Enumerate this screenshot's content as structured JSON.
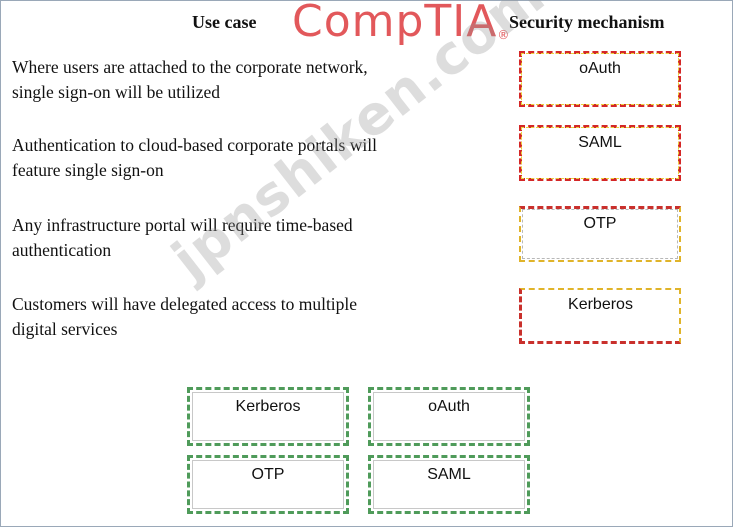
{
  "headers": {
    "use_case": "Use case",
    "security_mechanism": "Security mechanism"
  },
  "logo": {
    "text": "CompTIA",
    "trademark": "®",
    "color": "#e2585b"
  },
  "use_cases": [
    {
      "line1": "Where users are attached to the corporate network,",
      "line2": "single sign-on will be utilized"
    },
    {
      "line1": "Authentication to cloud-based corporate portals will",
      "line2": "feature single sign-on"
    },
    {
      "line1": "Any infrastructure portal will require time-based",
      "line2": "authentication"
    },
    {
      "line1": "Customers will have delegated access to multiple",
      "line2": "digital services"
    }
  ],
  "targets": [
    "oAuth",
    "SAML",
    "OTP",
    "Kerberos"
  ],
  "options": [
    "Kerberos",
    "oAuth",
    "OTP",
    "SAML"
  ],
  "watermark": "jpnshiken.com",
  "colors": {
    "target_border": "#d42727",
    "option_border": "#4f9b5a"
  }
}
